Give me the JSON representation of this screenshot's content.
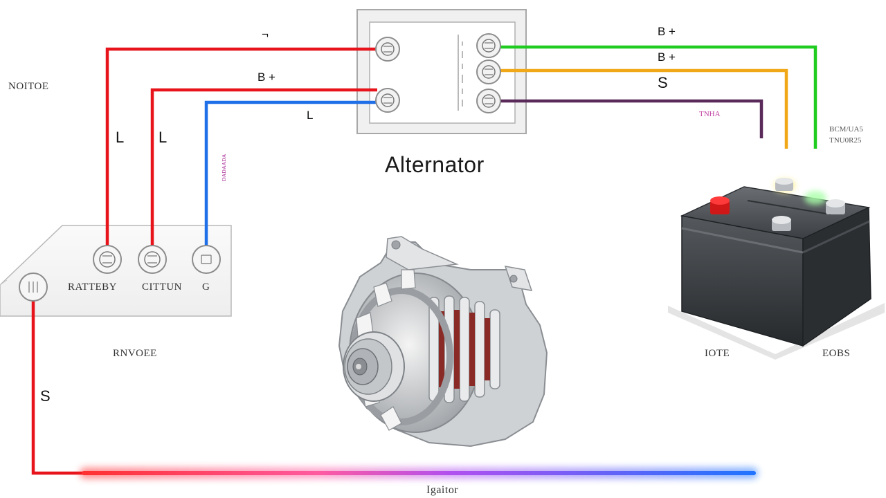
{
  "title": "Alternator",
  "module": {
    "terminals": [
      "RATTEBY",
      "CITTUN",
      "G"
    ]
  },
  "labels": {
    "left_side": "NOITOE",
    "below_module": "RNVOEE",
    "wire_left_1": "L",
    "wire_left_2": "L",
    "wire_top_hook": "¬",
    "wire_top_b": "B +",
    "wire_top_l": "L",
    "wire_s_left": "S",
    "vertical_blue_note": "ᴅᴀᴅᴀᴀᴅᴀ",
    "right_b1": "B +",
    "right_b2": "B +",
    "right_s": "S",
    "right_tiny": "TNHA",
    "battery_note_1": "BCM/UA5",
    "battery_note_2": "TNU0R25",
    "battery_left": "IOTE",
    "battery_right": "EOBS",
    "bottom": "Igaitor"
  },
  "colors": {
    "red_wire": "#e8141c",
    "blue_wire": "#1f6fe8",
    "green_wire": "#20cc20",
    "orange_wire": "#f0a818",
    "purple_wire": "#5a2a5a",
    "ignition_gradient": [
      "#ff2a2a",
      "#c040e0",
      "#1e74ff"
    ]
  },
  "icons": [
    "connector-terminal-icon",
    "alternator-illustration",
    "battery-illustration"
  ]
}
